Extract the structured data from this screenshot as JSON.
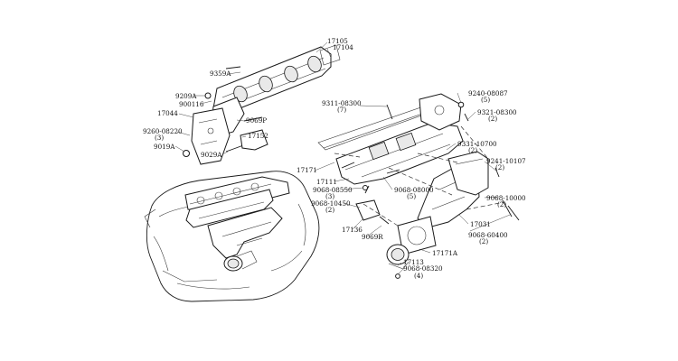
{
  "labels": {
    "l17105": "17105",
    "l17104": "17104",
    "l9359A": "9359A",
    "l9209A": "9209A",
    "l900116": "900116",
    "l17044": "17044",
    "l9069P": "9069P",
    "l9260_08220": "9260-08220",
    "l9260_08220_qty": "(3)",
    "l17152": "17152",
    "l9019A": "9019A",
    "l9029A": "9029A",
    "l9311_08300": "9311-08300",
    "l9311_08300_qty": "(7)",
    "l9240_08087": "9240-08087",
    "l9240_08087_qty": "(5)",
    "l9321_08300": "9321-08300",
    "l9321_08300_qty": "(2)",
    "l9331_10700": "9331-10700",
    "l9331_10700_qty": "(2)",
    "l17171": "17171",
    "l9241_10107": "9241-10107",
    "l9241_10107_qty": "(2)",
    "l17111": "17111",
    "l9068_08550": "9068-08550",
    "l9068_08550_qty": "(3)",
    "l9068_08000": "9068-08000",
    "l9068_08000_qty": "(5)",
    "l9068_10450": "9068-10450",
    "l9068_10450_qty": "(2)",
    "l9068_10000": "9068-10000",
    "l9068_10000_qty": "(2)",
    "l17031": "17031",
    "l17136": "17136",
    "l9069R": "9069R",
    "l17171A": "17171A",
    "l9068_60400": "9068-60400",
    "l9068_60400_qty": "(2)",
    "l17113": "17113",
    "l9068_08320": "9068-08320",
    "l9068_08320_qty": "(4)"
  }
}
